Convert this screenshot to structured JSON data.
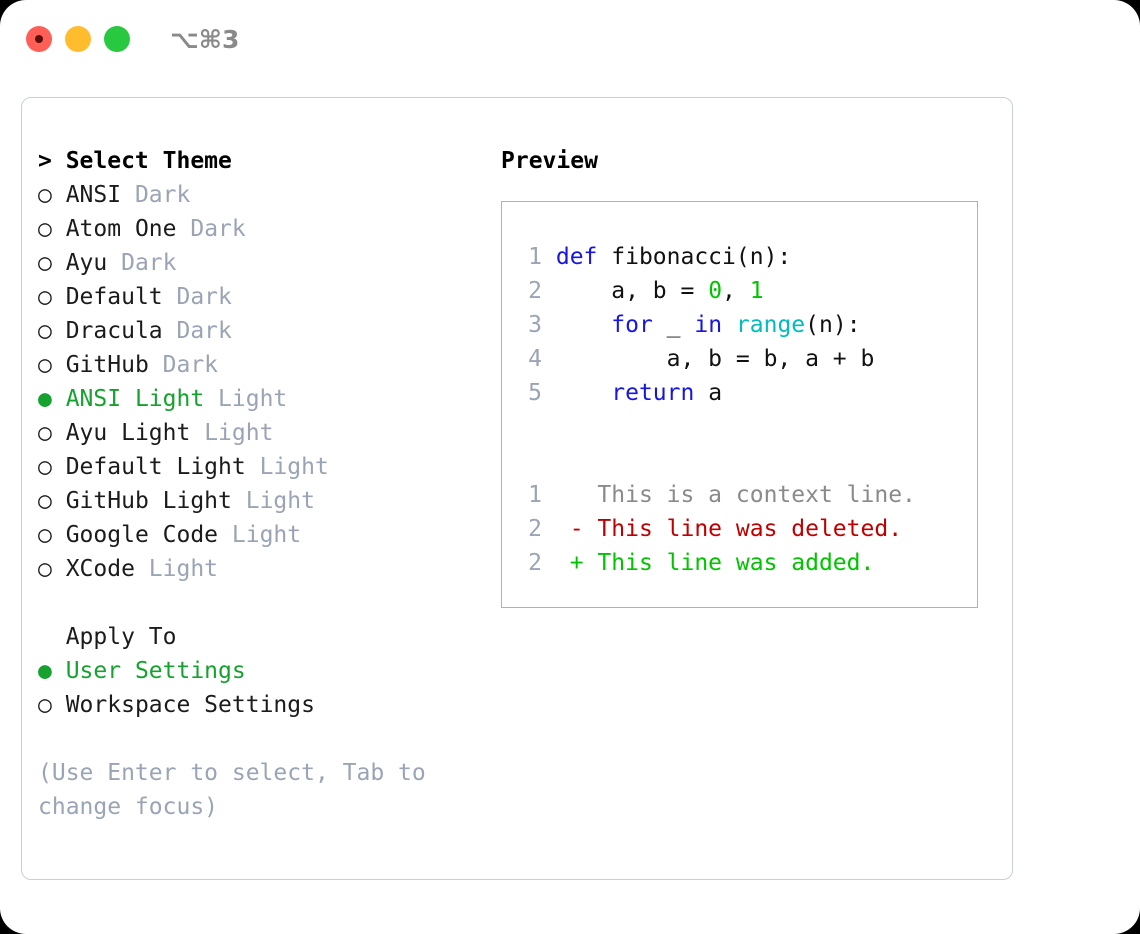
{
  "window": {
    "traffic_lights": [
      {
        "name": "close",
        "color": "#ff5f57"
      },
      {
        "name": "minimize",
        "color": "#ffbd2e"
      },
      {
        "name": "zoom",
        "color": "#28c840"
      }
    ],
    "shortcut": "⌥⌘3"
  },
  "theme_picker": {
    "header": "> Select Theme",
    "bullet_unselected": "○",
    "bullet_selected": "●",
    "items": [
      {
        "name": "ANSI",
        "tag": "Dark",
        "selected": false
      },
      {
        "name": "Atom One",
        "tag": "Dark",
        "selected": false
      },
      {
        "name": "Ayu",
        "tag": "Dark",
        "selected": false
      },
      {
        "name": "Default",
        "tag": "Dark",
        "selected": false
      },
      {
        "name": "Dracula",
        "tag": "Dark",
        "selected": false
      },
      {
        "name": "GitHub",
        "tag": "Dark",
        "selected": false
      },
      {
        "name": "ANSI Light",
        "tag": "Light",
        "selected": true
      },
      {
        "name": "Ayu Light",
        "tag": "Light",
        "selected": false
      },
      {
        "name": "Default Light",
        "tag": "Light",
        "selected": false
      },
      {
        "name": "GitHub Light",
        "tag": "Light",
        "selected": false
      },
      {
        "name": "Google Code",
        "tag": "Light",
        "selected": false
      },
      {
        "name": "XCode",
        "tag": "Light",
        "selected": false
      }
    ]
  },
  "apply_to": {
    "title": "  Apply To",
    "items": [
      {
        "label": "User Settings",
        "selected": true
      },
      {
        "label": "Workspace Settings",
        "selected": false
      }
    ]
  },
  "hint": "(Use Enter to select, Tab to change focus)",
  "preview": {
    "title": "Preview",
    "code_lines": [
      {
        "n": "1",
        "tokens": [
          {
            "t": "def",
            "c": "kw"
          },
          {
            "t": " fibonacci(n):",
            "c": "plain"
          }
        ]
      },
      {
        "n": "2",
        "tokens": [
          {
            "t": "    a, b = ",
            "c": "plain"
          },
          {
            "t": "0",
            "c": "num"
          },
          {
            "t": ", ",
            "c": "plain"
          },
          {
            "t": "1",
            "c": "num"
          }
        ]
      },
      {
        "n": "3",
        "tokens": [
          {
            "t": "    ",
            "c": "plain"
          },
          {
            "t": "for",
            "c": "kw"
          },
          {
            "t": " _ ",
            "c": "plain"
          },
          {
            "t": "in",
            "c": "kw"
          },
          {
            "t": " ",
            "c": "plain"
          },
          {
            "t": "range",
            "c": "fn"
          },
          {
            "t": "(n):",
            "c": "plain"
          }
        ]
      },
      {
        "n": "4",
        "tokens": [
          {
            "t": "        a, b = b, a + b",
            "c": "plain"
          }
        ]
      },
      {
        "n": "5",
        "tokens": [
          {
            "t": "    ",
            "c": "plain"
          },
          {
            "t": "return",
            "c": "kw"
          },
          {
            "t": " a",
            "c": "plain"
          }
        ]
      }
    ],
    "diff_lines": [
      {
        "n": "1",
        "marker": " ",
        "text": " This is a context line.",
        "kind": "ctx"
      },
      {
        "n": "2",
        "marker": "-",
        "text": " This line was deleted.",
        "kind": "del"
      },
      {
        "n": "2",
        "marker": "+",
        "text": " This line was added.",
        "kind": "add"
      }
    ]
  },
  "colors": {
    "selected_green": "#16a22e",
    "muted_tag": "#9aa4b4",
    "keyword_blue": "#1616e0",
    "function_cyan": "#00bcbc",
    "number_green": "#00c400",
    "diff_add": "#00c400",
    "diff_del": "#c00000",
    "diff_ctx": "#8a8a8a",
    "panel_border": "#c9cfd6",
    "preview_border": "#a8b2c1"
  }
}
